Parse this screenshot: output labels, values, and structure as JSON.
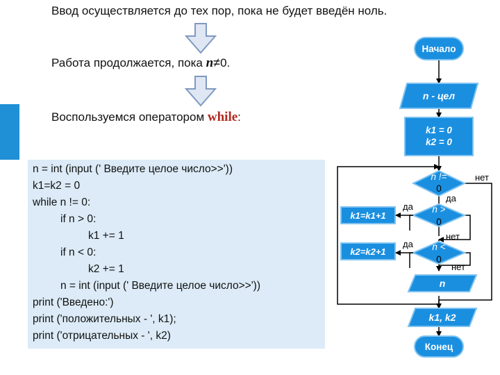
{
  "texts": {
    "line1": "Ввод осуществляется до тех пор, пока не будет введён ноль.",
    "line2_prefix": "Работа продолжается, пока ",
    "line2_math": "n",
    "line2_neq": "≠",
    "line2_suffix": "0.",
    "line3_prefix": "Воспользуемся оператором ",
    "line3_keyword": "while",
    "line3_suffix": ":"
  },
  "code": {
    "lines": [
      "n = int (input (' Введите целое число>>'))",
      "k1=k2 = 0",
      "while n != 0:",
      "if n > 0:",
      "k1 += 1",
      "if n < 0:",
      "k2 += 1",
      "n = int (input (' Введите целое число>>'))",
      "print ('Введено:')",
      "print ('положительных - ', k1);",
      "print ('отрицательных - ', k2)"
    ]
  },
  "flowchart": {
    "start": "Начало",
    "input_n": "n - цел",
    "init_k1": "k1 = 0",
    "init_k2": "k2 = 0",
    "cond1_a": "n !=",
    "cond1_b": "0",
    "cond2_a": "n >",
    "cond2_b": "0",
    "cond3_a": "n <",
    "cond3_b": "0",
    "inc_k1": "k1=k1+1",
    "inc_k2": "k2=k2+1",
    "input_n2": "n",
    "output": "k1, k2",
    "end": "Конец",
    "label_no1": "нет",
    "label_yes1": "да",
    "label_yes2": "да",
    "label_no2": "нет",
    "label_yes3": "да",
    "label_no3": "нет"
  },
  "colors": {
    "shape_fill": "#1a8fe0",
    "shape_stroke": "#7fc3f0",
    "arrow_fill": "#dfe7f4",
    "arrow_stroke": "#7f99c0",
    "code_bg": "#dcebf7",
    "keyword": "#b22a1e"
  }
}
